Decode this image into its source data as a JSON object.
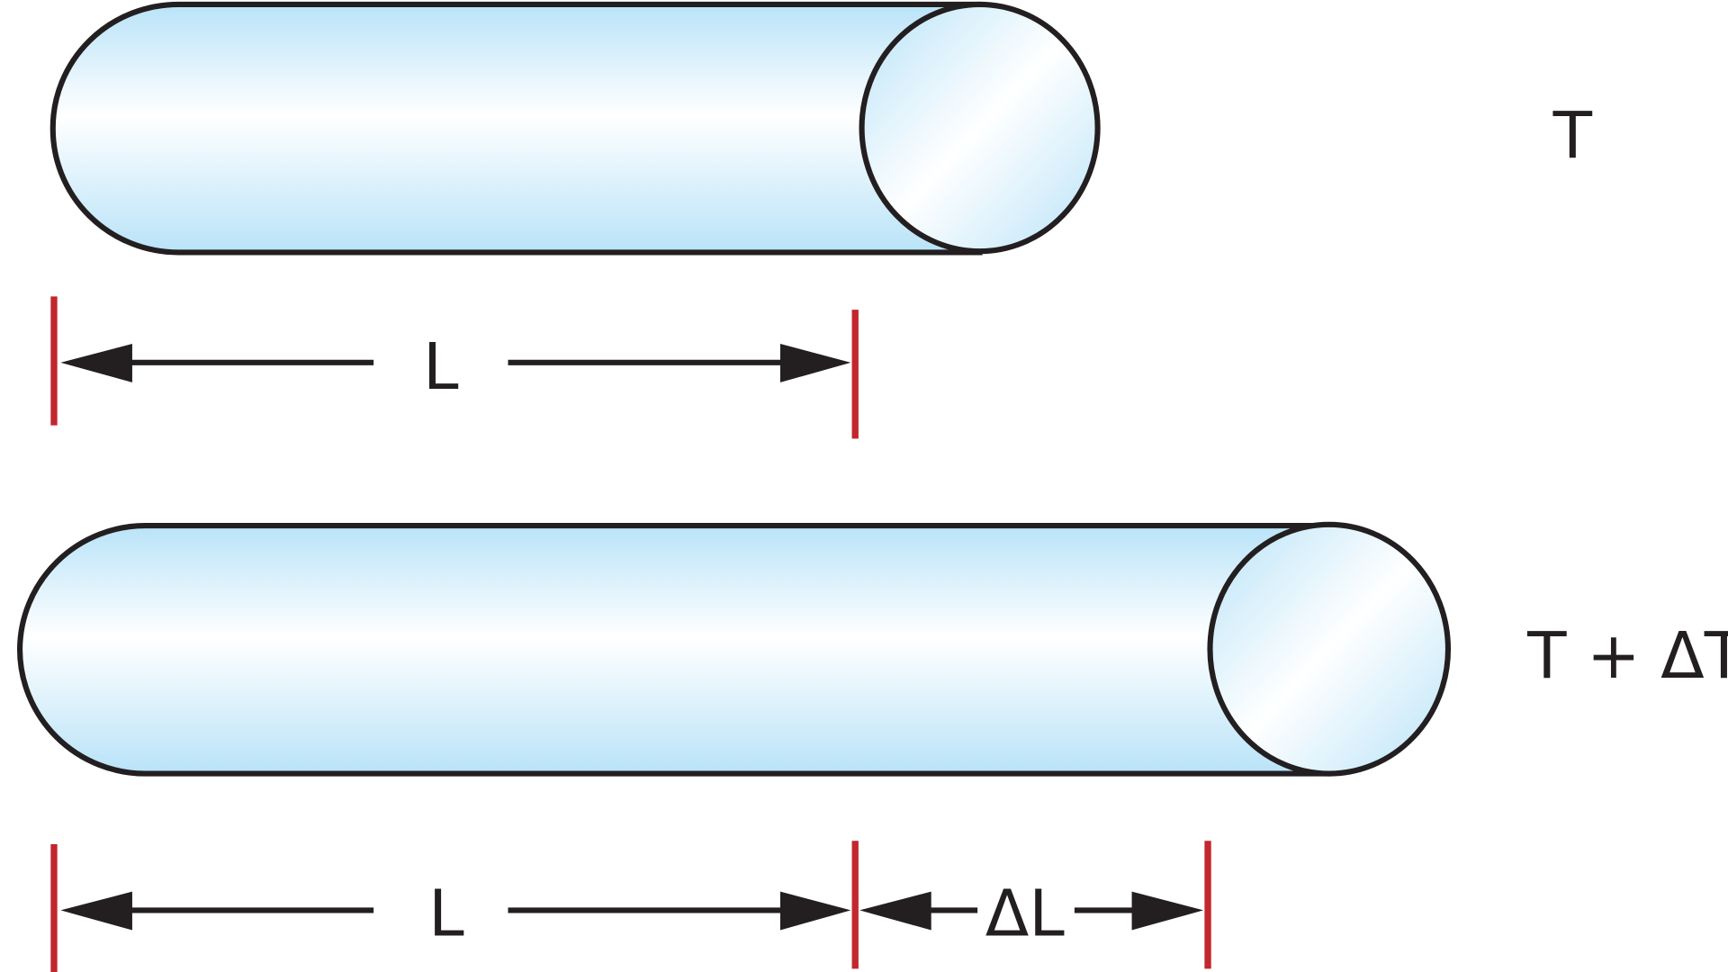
{
  "colors": {
    "rod_fill": "#b9e3f8",
    "rod_highlight": "#ffffff",
    "outline": "#231f20",
    "tick_marks": "#c1272d"
  },
  "top_rod": {
    "temperature_label": "T",
    "length_label": "L"
  },
  "bottom_rod": {
    "temperature_label": "T + ΔT",
    "length_label": "L",
    "expansion_label": "ΔL"
  }
}
